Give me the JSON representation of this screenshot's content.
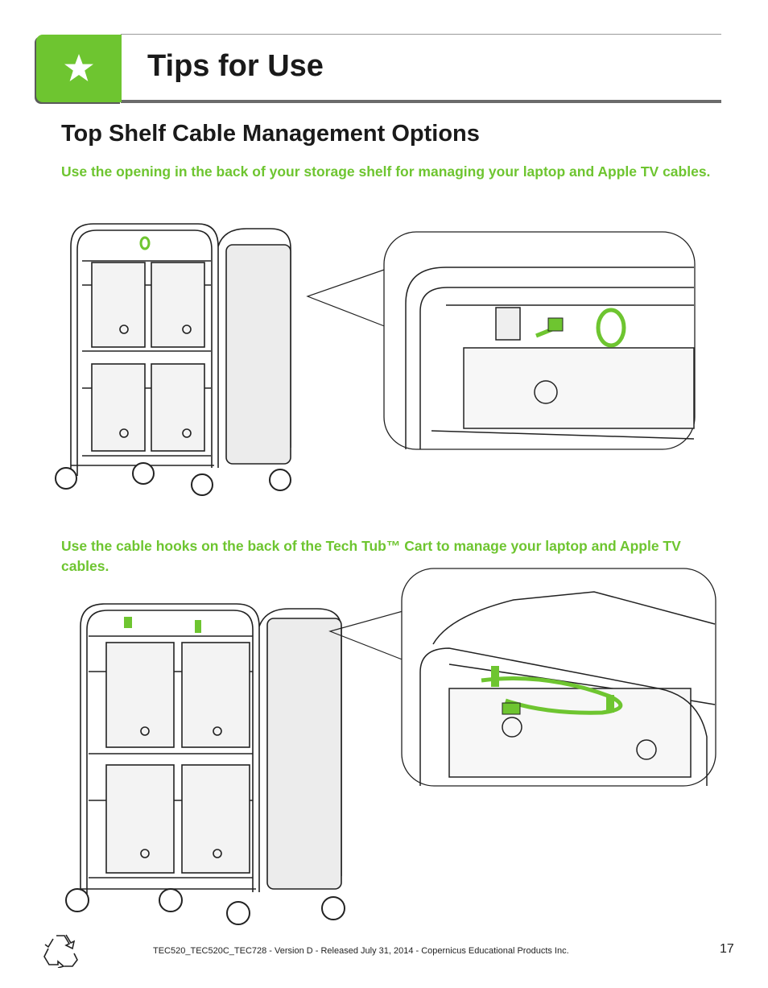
{
  "header": {
    "title": "Tips for Use",
    "icon": "star-icon",
    "accent": "#6ec530"
  },
  "section": {
    "title": "Top Shelf Cable Management Options"
  },
  "tips": [
    {
      "text": "Use the opening in the back of your storage shelf for managing your laptop and Apple TV cables."
    },
    {
      "text": "Use the cable hooks on the back of the Tech Tub™ Cart to manage your laptop and Apple TV cables."
    }
  ],
  "footer": {
    "text": "TEC520_TEC520C_TEC728 - Version D - Released July 31, 2014 - Copernicus Educational Products Inc.",
    "page_number": "17",
    "icon": "recycle-icon"
  }
}
